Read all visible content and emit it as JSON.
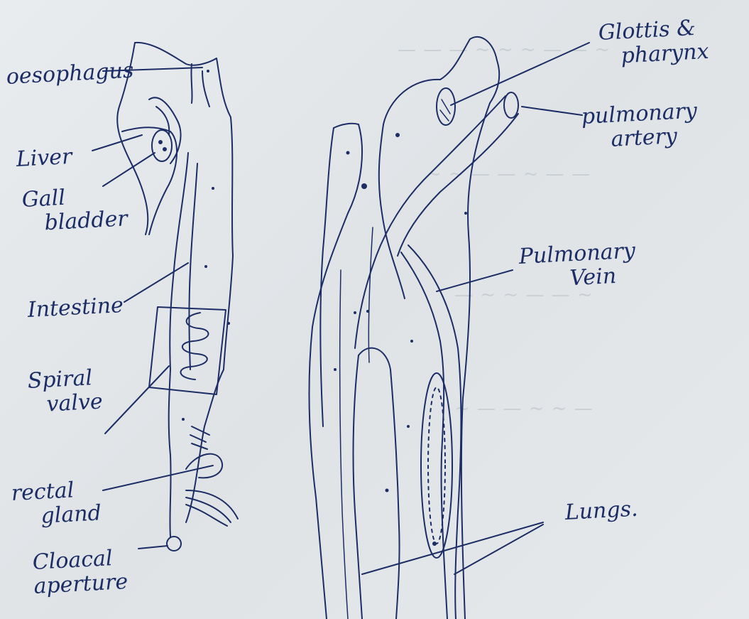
{
  "diagram": {
    "labels": {
      "oesophagus": "oesophagus",
      "liver": "Liver",
      "gall_bladder": [
        "Gall",
        "bladder"
      ],
      "intestine": "Intestine",
      "spiral_valve": [
        "Spiral",
        "valve"
      ],
      "rectal_gland": [
        "rectal",
        "gland"
      ],
      "cloacal_aperture": [
        "Cloacal",
        "aperture"
      ],
      "glottis_pharynx": [
        "Glottis &",
        "pharynx"
      ],
      "pulmonary_artery": [
        "pulmonary",
        "artery"
      ],
      "pulmonary_vein": [
        "Pulmonary",
        "Vein"
      ],
      "lungs": "Lungs."
    }
  },
  "colors": {
    "ink": "#1c2d66",
    "paper": "#e4e7ea",
    "ghost": "#c9ced3"
  }
}
